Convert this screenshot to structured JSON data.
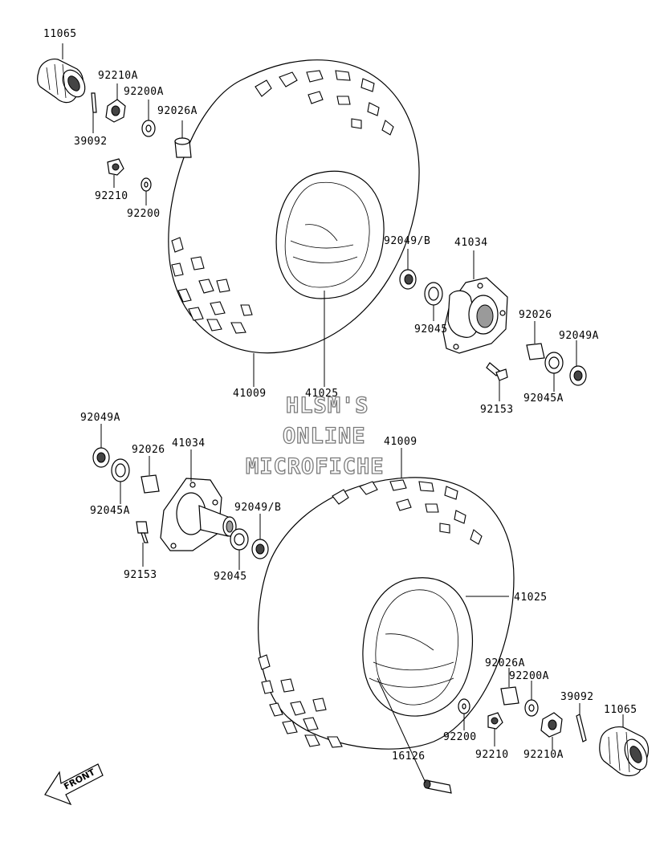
{
  "labels": {
    "l1": "11065",
    "l2": "92210A",
    "l3": "92200A",
    "l4": "92026A",
    "l5": "39092",
    "l6": "92210",
    "l7": "92200",
    "l8": "92049/B",
    "l9": "41034",
    "l10": "92045",
    "l11": "92026",
    "l12": "92049A",
    "l13": "92045A",
    "l14": "92153",
    "l15": "41009",
    "l16": "41025",
    "l17": "92049A",
    "l18": "92026",
    "l19": "41034",
    "l20": "41009",
    "l21": "92049/B",
    "l22": "92045A",
    "l23": "92153",
    "l24": "92045",
    "l25": "41025",
    "l26": "92026A",
    "l27": "92200A",
    "l28": "39092",
    "l29": "11065",
    "l30": "92200",
    "l31": "92210",
    "l32": "92210A",
    "l33": "16126"
  },
  "watermark": {
    "line1": "HLSM'S",
    "line2": "ONLINE",
    "line3": "MICROFICHE"
  },
  "front_arrow": {
    "label": "FRONT"
  }
}
